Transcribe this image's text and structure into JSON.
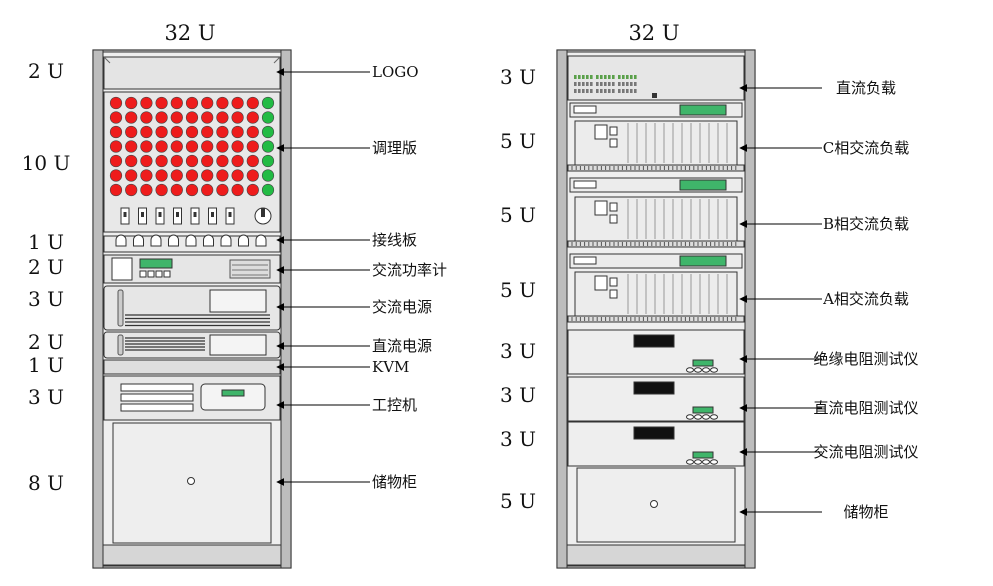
{
  "left_rack": {
    "title": "32 U",
    "units": [
      "2 U",
      "10 U",
      "1 U",
      "2 U",
      "3 U",
      "2 U",
      "1 U",
      "3 U",
      "8 U"
    ],
    "labels": [
      "LOGO",
      "调理版",
      "接线板",
      "交流功率计",
      "交流电源",
      "直流电源",
      "KVM",
      "工控机",
      "储物柜"
    ]
  },
  "right_rack": {
    "title": "32 U",
    "units": [
      "3 U",
      "5 U",
      "5 U",
      "5 U",
      "3 U",
      "3 U",
      "3 U",
      "5 U"
    ],
    "labels": [
      "直流负载",
      "C相交流负载",
      "B相交流负载",
      "A相交流负载",
      "绝缘电阻测试仪",
      "直流电阻测试仪",
      "交流电阻测试仪",
      "储物柜"
    ]
  },
  "colors": {
    "indicator_red": "#ee1c1c",
    "indicator_green": "#22bb44",
    "display_green": "#3fb56a",
    "panel_gray": "#e6e6e6",
    "frame_gray": "#c9c9c9"
  }
}
